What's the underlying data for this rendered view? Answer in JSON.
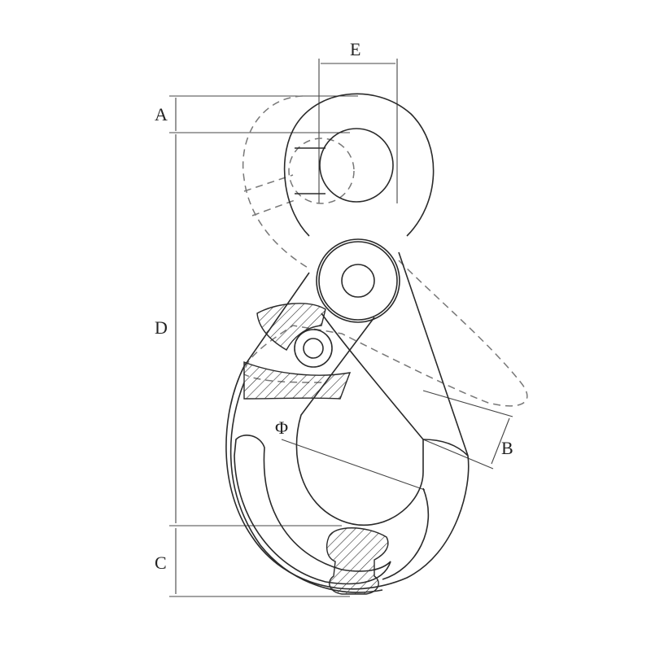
{
  "diagram": {
    "subject": "self-locking safety hook dimension drawing",
    "dimension_labels": {
      "A": "A",
      "B": "B",
      "C": "C",
      "D": "D",
      "E": "E",
      "phi": "Φ"
    },
    "line_color": "#2a2a2a",
    "dashed_color": "#777777",
    "background": "#ffffff"
  }
}
